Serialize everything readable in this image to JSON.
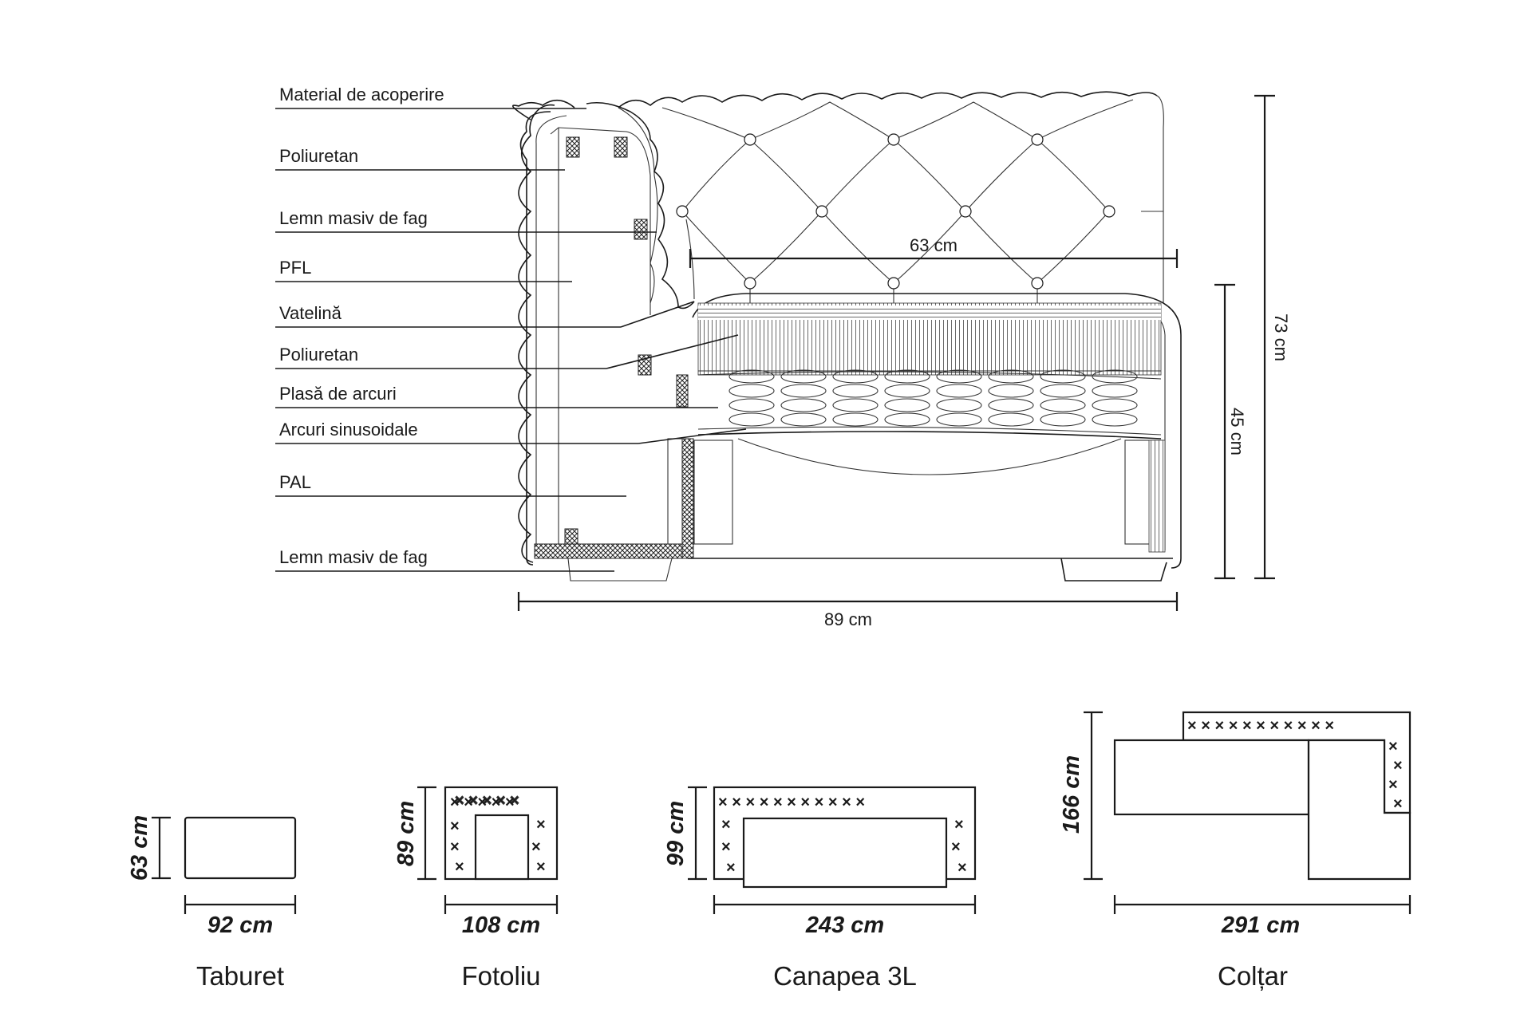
{
  "section_labels": [
    "Material de acoperire",
    "Poliuretan",
    "Lemn masiv de fag",
    "PFL",
    "Vatelină",
    "Poliuretan",
    "Plasă de arcuri",
    "Arcuri sinusoidale",
    "PAL",
    "Lemn masiv de fag"
  ],
  "dimensions": {
    "seat_depth": "63 cm",
    "total_height": "73 cm",
    "seat_height": "45 cm",
    "total_depth": "89 cm"
  },
  "products": [
    {
      "name": "Taburet",
      "width": "92 cm",
      "depth": "63 cm"
    },
    {
      "name": "Fotoliu",
      "width": "108 cm",
      "depth": "89 cm"
    },
    {
      "name": "Canapea 3L",
      "width": "243 cm",
      "depth": "99 cm"
    },
    {
      "name": "Colțar",
      "width": "291 cm",
      "depth": "166 cm"
    }
  ],
  "colors": {
    "line": "#1a1a1a",
    "background": "#ffffff"
  }
}
